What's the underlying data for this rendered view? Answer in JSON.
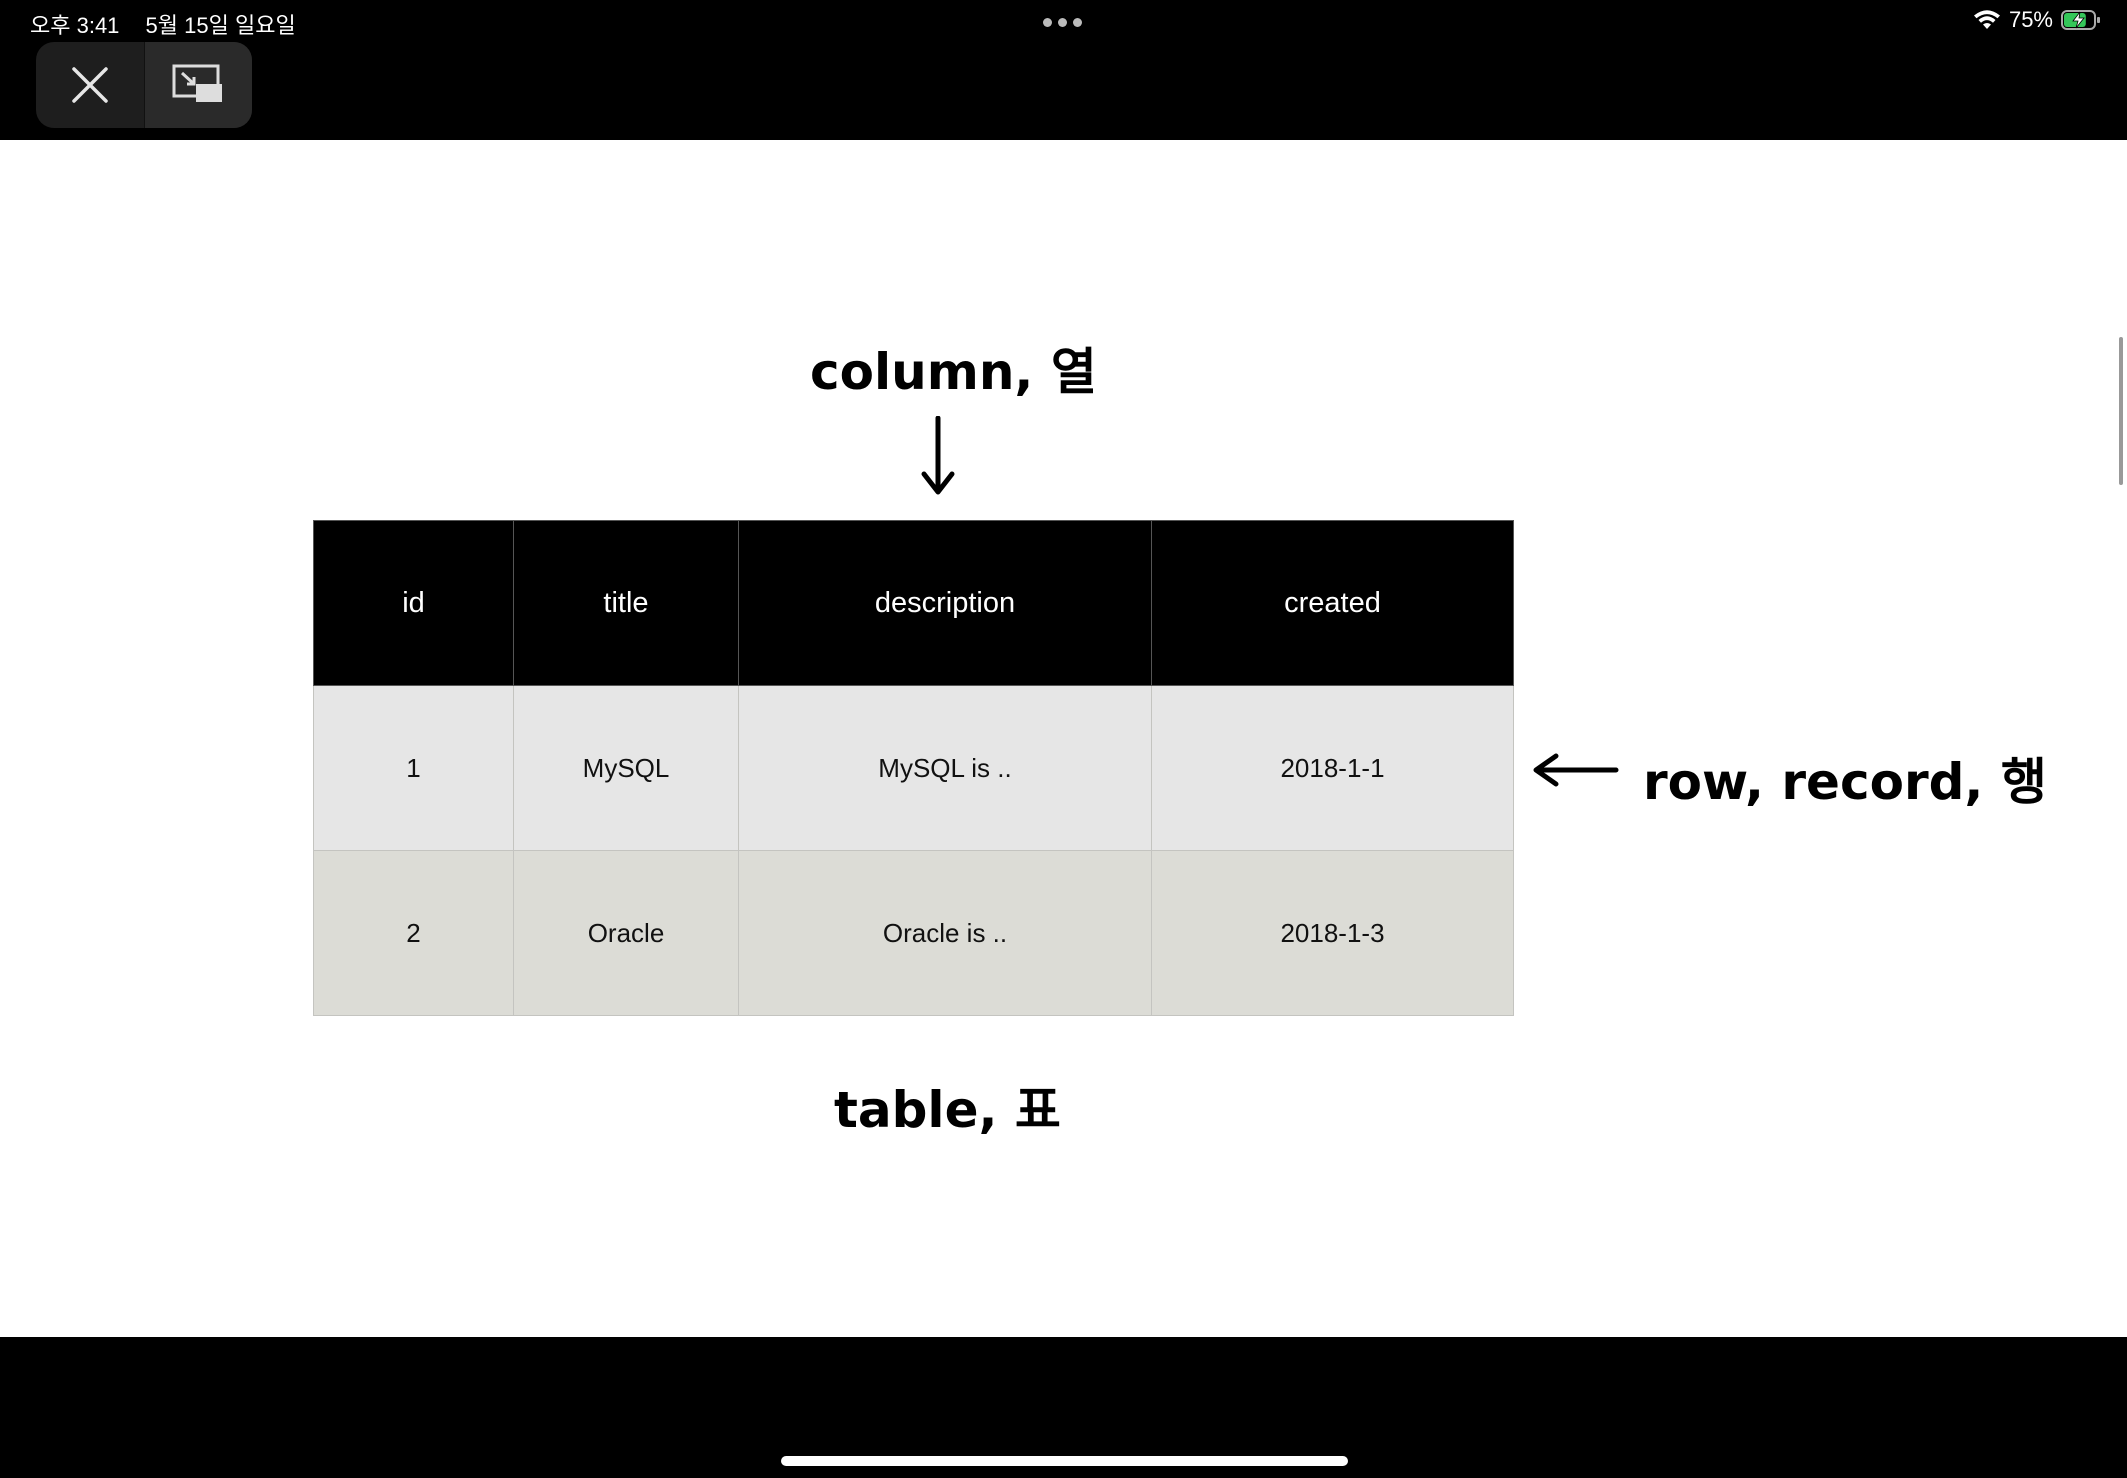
{
  "status_bar": {
    "time": "오후 3:41",
    "date": "5월 15일 일요일",
    "battery_percent": "75%",
    "battery_level": 0.75,
    "charging": true
  },
  "controls": {
    "close_icon": "close-icon",
    "pip_icon": "picture-in-picture-icon"
  },
  "slide": {
    "column_label": "column, 열",
    "row_label": "row, record, 행",
    "table_label": "table, 표",
    "table": {
      "headers": [
        "id",
        "title",
        "description",
        "created"
      ],
      "rows": [
        [
          "1",
          "MySQL",
          "MySQL is ..",
          "2018-1-1"
        ],
        [
          "2",
          "Oracle",
          "Oracle is ..",
          "2018-1-3"
        ]
      ]
    }
  },
  "colors": {
    "header_bg": "#000000",
    "row1_bg": "#e6e6e6",
    "row2_bg": "#dcdcd6"
  }
}
